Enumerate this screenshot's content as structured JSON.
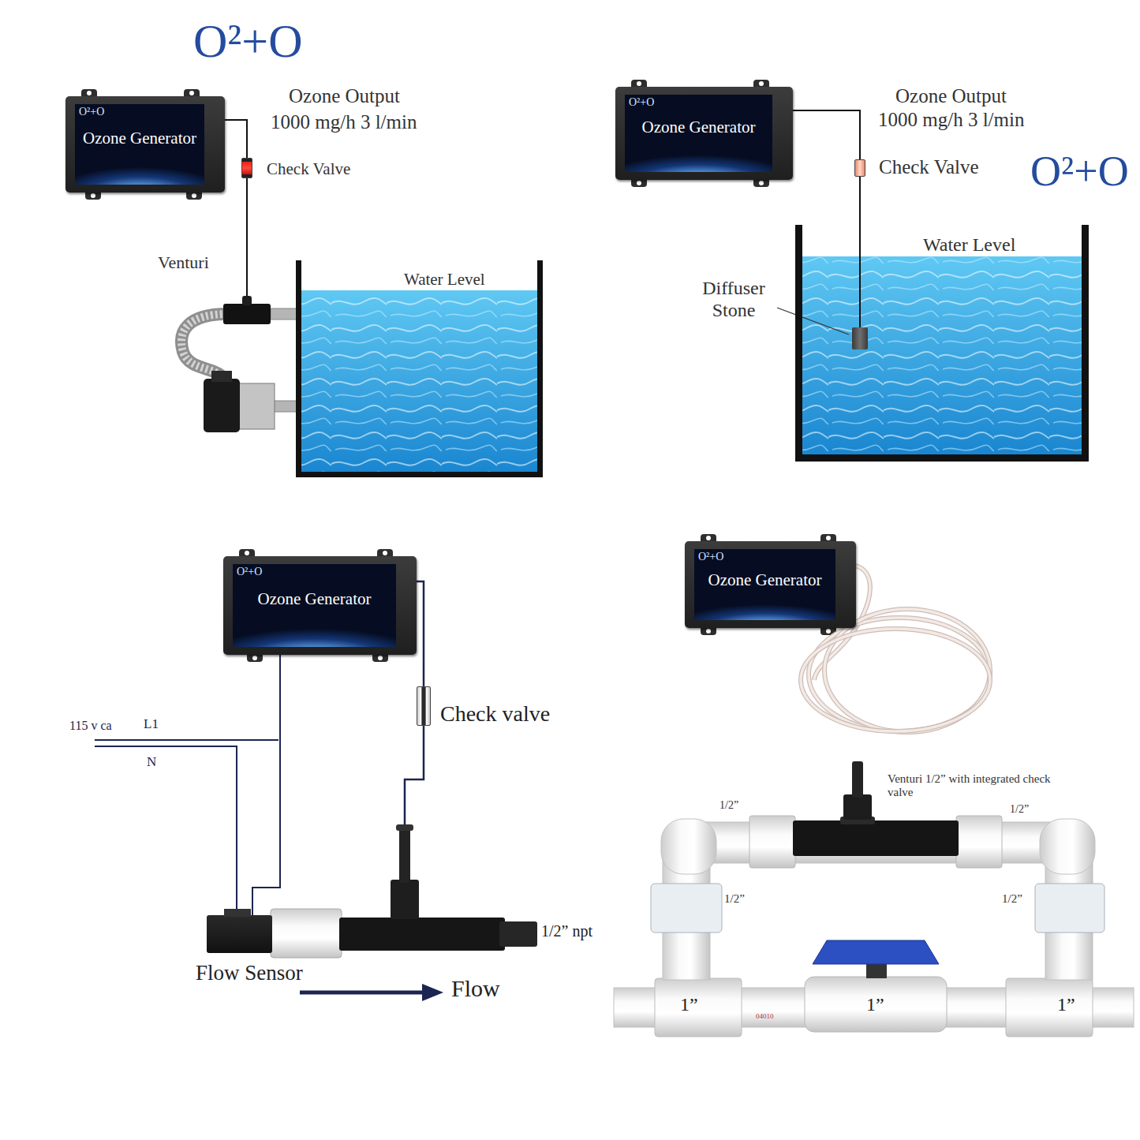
{
  "diagram": {
    "nodes": [
      {
        "text": [
          "O²+O",
          "Ozone Generator"
        ]
      },
      {
        "text": [
          "Check Valve"
        ]
      },
      {
        "text": [
          "Venturi"
        ]
      },
      {
        "text": [
          "Water Level"
        ]
      },
      {
        "text": [
          "O²+O",
          "Ozone Generator"
        ]
      },
      {
        "text": [
          "Check Valve"
        ]
      },
      {
        "text": [
          "Water Level"
        ]
      },
      {
        "text": [
          "Diffuser Stone"
        ],
        "in": 6
      },
      {
        "text": [
          "O²+O",
          "Ozone Generator"
        ]
      },
      {
        "text": [
          "Check valve"
        ]
      },
      {
        "text": [
          "1/2” npt"
        ]
      },
      {
        "text": [
          "Flow Sensor"
        ]
      },
      {
        "text": [
          "O²+O",
          "Ozone Generator"
        ]
      },
      {
        "text": [
          "Venturi 1/2” with integrated check valve"
        ]
      }
    ],
    "edges": [
      {
        "from": 0,
        "to": 1,
        "arrow": "none"
      },
      {
        "from": 1,
        "to": 2,
        "arrow": "none"
      },
      {
        "from": 4,
        "to": 5,
        "arrow": "none"
      },
      {
        "from": 5,
        "to": 7,
        "arrow": "none"
      },
      {
        "from": 8,
        "to": 9,
        "arrow": "none"
      },
      {
        "from": 9,
        "to": 10,
        "arrow": "none"
      },
      {
        "from": 8,
        "to": 11,
        "arrow": "none"
      }
    ],
    "labels": [
      "O²+O",
      "Ozone Output",
      "1000 mg/h 3 l/min",
      "Ozone Output",
      "1000 mg/h 3 l/min",
      "O²+O",
      "115 v ca",
      "L1",
      "N",
      "Flow",
      "1/2”",
      "1/2”",
      "1/2”",
      "1/2”",
      "1”",
      "1”",
      "1”",
      "04010"
    ]
  }
}
